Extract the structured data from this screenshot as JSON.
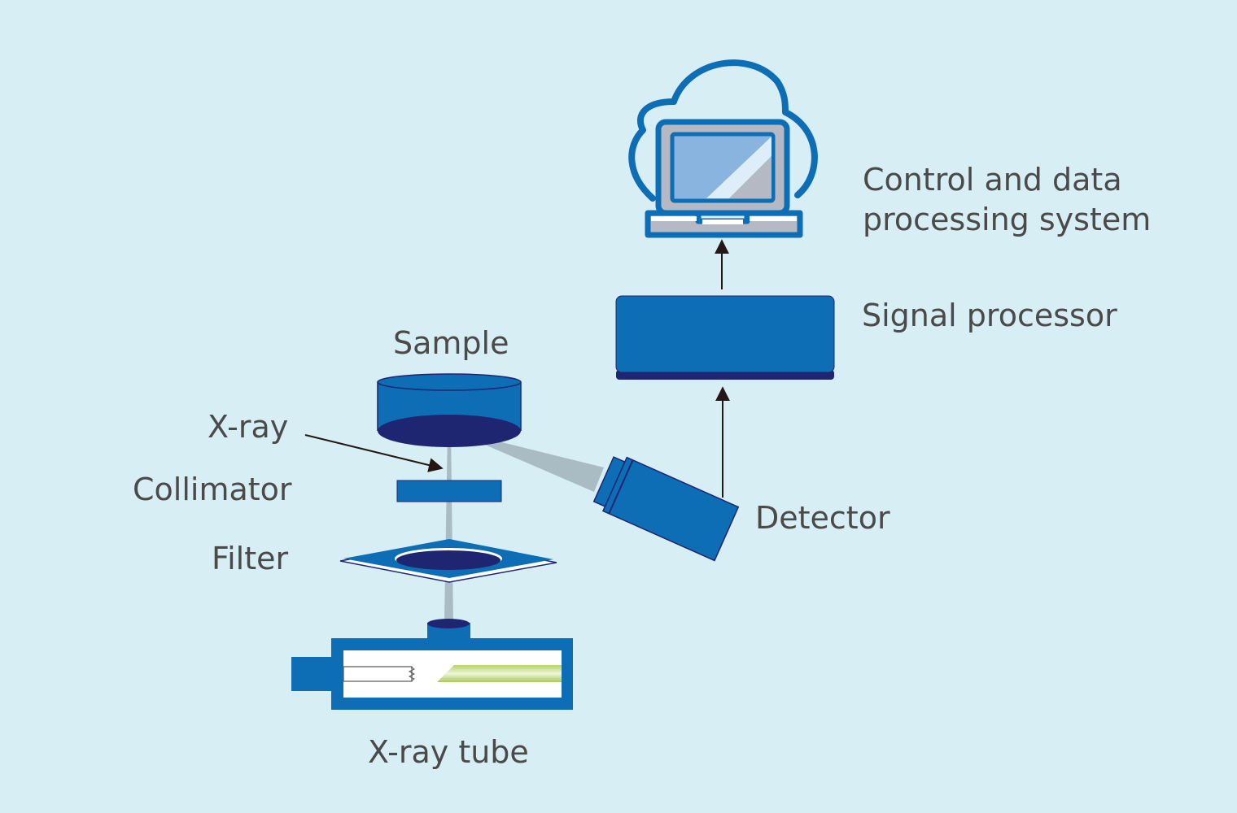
{
  "labels": {
    "control_line1": "Control and data",
    "control_line2": "processing system",
    "signal_processor": "Signal processor",
    "sample": "Sample",
    "xray": "X-ray",
    "collimator": "Collimator",
    "filter": "Filter",
    "detector": "Detector",
    "xray_tube": "X-ray tube"
  },
  "colors": {
    "background": "#d8eef5",
    "component_blue": "#0d6db5",
    "dark_navy": "#1e2671",
    "beam_gray": "#a9bcc4",
    "text": "#4a4a4a",
    "anode_green": "#c6de8a"
  }
}
